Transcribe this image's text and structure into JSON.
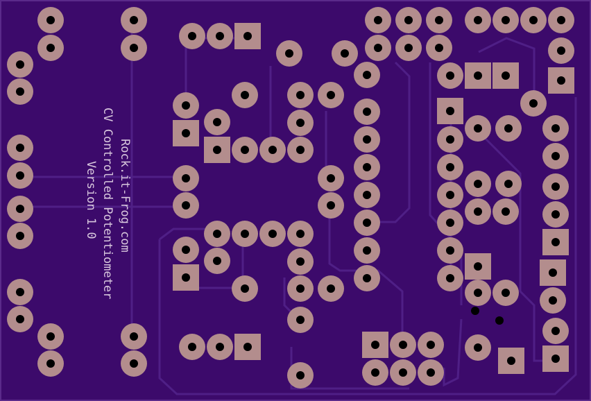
{
  "board": {
    "substrate_color": "#3c0a6b",
    "trace_color": "#4f1f86",
    "pad_color": "#b38d8d",
    "drill_color": "#000000",
    "silkscreen_color": "#d9c8de"
  },
  "silkscreen": {
    "line1": "Rock.it-Frog.com",
    "line2": "CV Controlled Potentiometer",
    "line3": "Version 1.0"
  }
}
